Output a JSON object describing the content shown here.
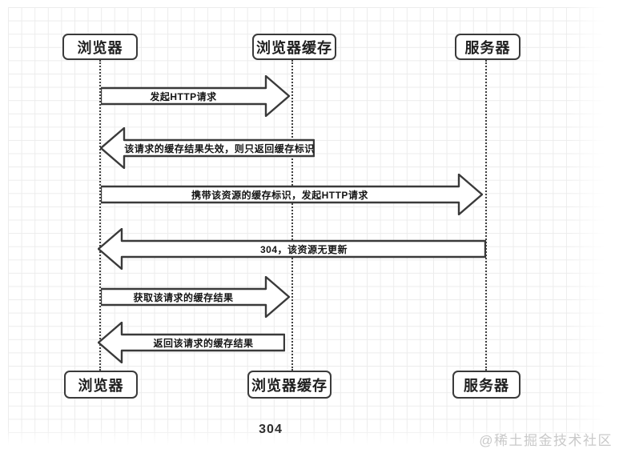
{
  "diagram": {
    "type": "sequence-diagram",
    "caption": "304",
    "watermark": "@稀土掘金技术社区",
    "actors": [
      {
        "label": "浏览器"
      },
      {
        "label": "浏览器缓存"
      },
      {
        "label": "服务器"
      }
    ],
    "messages": [
      {
        "from": "浏览器",
        "to": "浏览器缓存",
        "direction": "right",
        "label": "发起HTTP请求"
      },
      {
        "from": "浏览器缓存",
        "to": "浏览器",
        "direction": "left",
        "label": "该请求的缓存结果失效，则只返回缓存标识"
      },
      {
        "from": "浏览器",
        "to": "服务器",
        "direction": "right",
        "label": "携带该资源的缓存标识，发起HTTP请求"
      },
      {
        "from": "服务器",
        "to": "浏览器",
        "direction": "left",
        "label": "304，该资源无更新"
      },
      {
        "from": "浏览器",
        "to": "浏览器缓存",
        "direction": "right",
        "label": "获取该请求的缓存结果"
      },
      {
        "from": "浏览器缓存",
        "to": "浏览器",
        "direction": "left",
        "label": "返回该请求的缓存结果"
      }
    ],
    "colors": {
      "stroke": "#3a3a3a",
      "grid_line": "#ececec",
      "text": "#1f1f1f",
      "watermark": "#c9c9c9",
      "background": "#ffffff"
    }
  }
}
